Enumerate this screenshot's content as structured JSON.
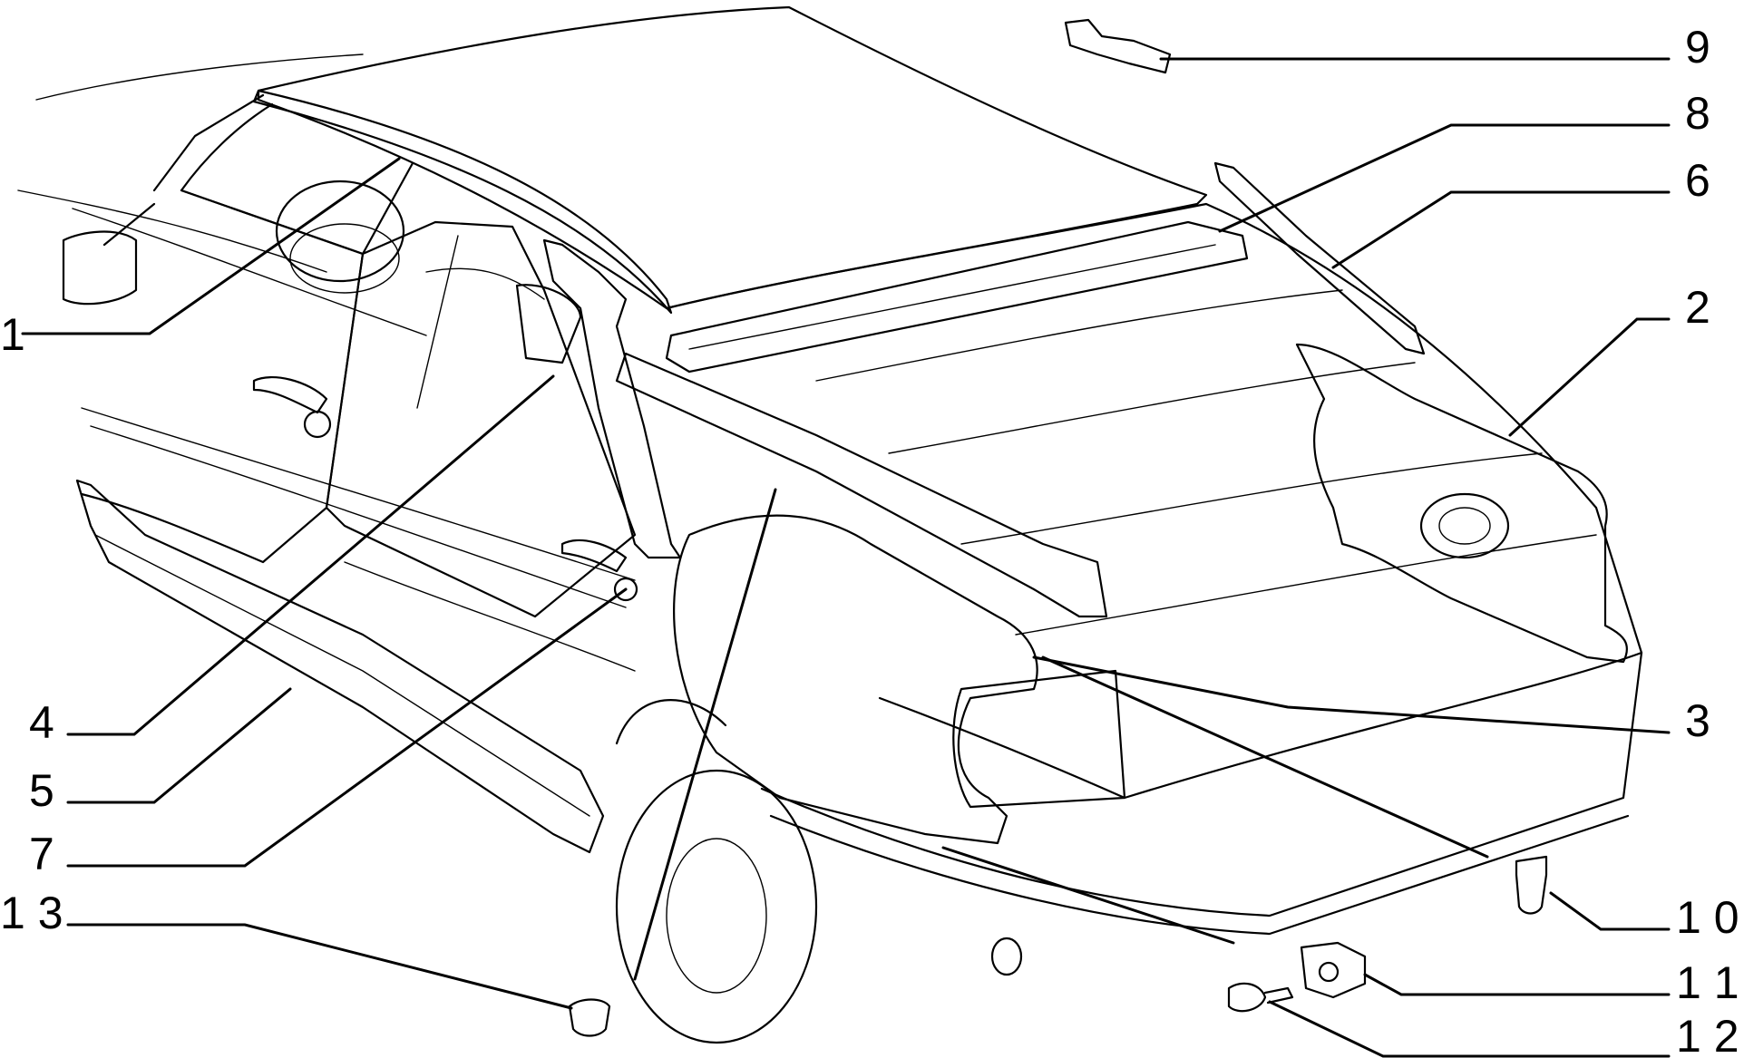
{
  "callouts": [
    {
      "id": "1",
      "label": "1"
    },
    {
      "id": "2",
      "label": "2"
    },
    {
      "id": "3",
      "label": "3"
    },
    {
      "id": "4",
      "label": "4"
    },
    {
      "id": "5",
      "label": "5"
    },
    {
      "id": "6",
      "label": "6"
    },
    {
      "id": "7",
      "label": "7"
    },
    {
      "id": "8",
      "label": "8"
    },
    {
      "id": "9",
      "label": "9"
    },
    {
      "id": "10",
      "label": "1 0"
    },
    {
      "id": "11",
      "label": "1 1"
    },
    {
      "id": "12",
      "label": "1 2"
    },
    {
      "id": "13",
      "label": "1 3"
    }
  ]
}
